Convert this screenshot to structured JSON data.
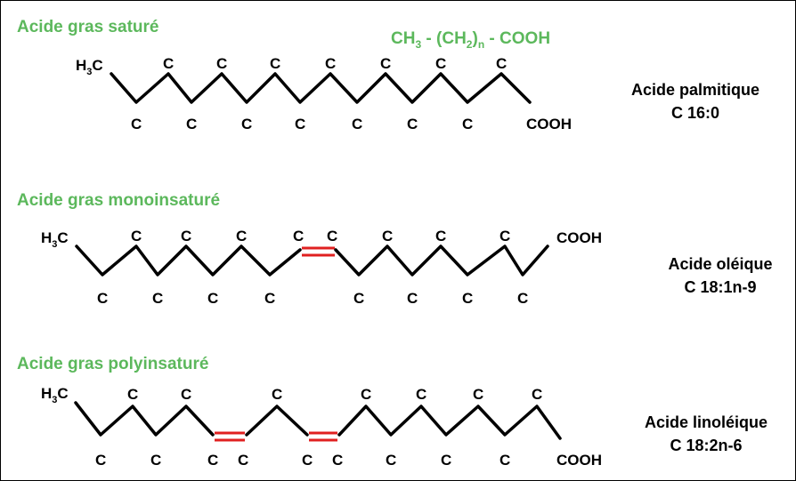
{
  "colors": {
    "title_green": "#5cb85c",
    "double_bond_red": "#e02020",
    "bond_black": "#000000"
  },
  "saturated": {
    "title": "Acide gras saturé",
    "formula": {
      "a": "CH",
      "sub1": "3",
      "b": " - (CH",
      "sub2": "2",
      "c": ")",
      "sub3": "n",
      "d": " - COOH"
    },
    "start": {
      "main": "H",
      "sub": "3",
      "end": "C"
    },
    "carbons": [
      "C",
      "C",
      "C",
      "C",
      "C",
      "C",
      "C",
      "C",
      "C",
      "C",
      "C",
      "C",
      "C",
      "C"
    ],
    "end_group": "COOH",
    "name": "Acide palmitique",
    "notation": "C 16:0"
  },
  "monounsaturated": {
    "title": "Acide gras monoinsaturé",
    "start": {
      "main": "H",
      "sub": "3",
      "end": "C"
    },
    "carbons": [
      "C",
      "C",
      "C",
      "C",
      "C",
      "C",
      "C",
      "C",
      "C",
      "C",
      "C",
      "C",
      "C",
      "C",
      "C",
      "C"
    ],
    "end_group": "COOH",
    "name": "Acide oléique",
    "notation": "C 18:1n-9"
  },
  "polyunsaturated": {
    "title": "Acide gras polyinsaturé",
    "start": {
      "main": "H",
      "sub": "3",
      "end": "C"
    },
    "carbons": [
      "C",
      "C",
      "C",
      "C",
      "C",
      "C",
      "C",
      "C",
      "C",
      "C",
      "C",
      "C",
      "C",
      "C",
      "C",
      "C"
    ],
    "end_group": "COOH",
    "name": "Acide linoléique",
    "notation": "C 18:2n-6"
  }
}
